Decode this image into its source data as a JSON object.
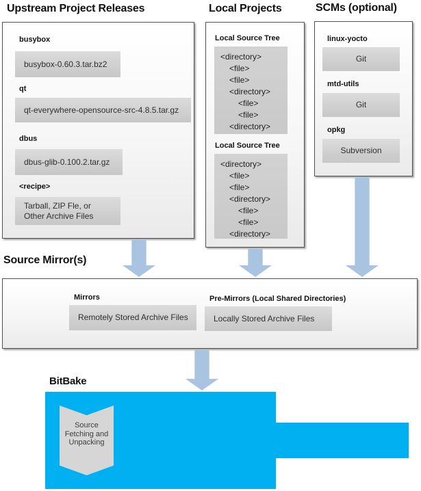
{
  "colors": {
    "accent_cyan": "#00b0f0",
    "arrow_fill": "#a9c4e1",
    "panel_border": "#4f4f4f",
    "chip_gray": "#d2d2d2"
  },
  "upstream": {
    "title": "Upstream Project Releases",
    "items": [
      {
        "label": "busybox",
        "value": "busybox-0.60.3.tar.bz2"
      },
      {
        "label": "qt",
        "value": "qt-everywhere-opensource-src-4.8.5.tar.gz"
      },
      {
        "label": "dbus",
        "value": "dbus-glib-0.100.2.tar.gz"
      },
      {
        "label": "<recipe>",
        "value": "Tarball, ZIP Fle, or\nOther Archive Files"
      }
    ]
  },
  "local_projects": {
    "title": "Local Projects",
    "trees": [
      {
        "label": "Local Source Tree",
        "lines": [
          {
            "text": "<directory>",
            "indent": 0
          },
          {
            "text": "<file>",
            "indent": 1
          },
          {
            "text": "<file>",
            "indent": 1
          },
          {
            "text": "<directory>",
            "indent": 1
          },
          {
            "text": "<file>",
            "indent": 2
          },
          {
            "text": "<file>",
            "indent": 2
          },
          {
            "text": "<directory>",
            "indent": 1
          }
        ]
      },
      {
        "label": "Local Source Tree",
        "lines": [
          {
            "text": "<directory>",
            "indent": 0
          },
          {
            "text": "<file>",
            "indent": 1
          },
          {
            "text": "<file>",
            "indent": 1
          },
          {
            "text": "<directory>",
            "indent": 1
          },
          {
            "text": "<file>",
            "indent": 2
          },
          {
            "text": "<file>",
            "indent": 2
          },
          {
            "text": "<directory>",
            "indent": 1
          }
        ]
      }
    ]
  },
  "scms": {
    "title": "SCMs (optional)",
    "items": [
      {
        "label": "linux-yocto",
        "value": "Git"
      },
      {
        "label": "mtd-utils",
        "value": "Git"
      },
      {
        "label": "opkg",
        "value": "Subversion"
      }
    ]
  },
  "source_mirrors": {
    "title": "Source Mirror(s)",
    "mirrors_label": "Mirrors",
    "mirrors_value": "Remotely Stored Archive Files",
    "premirrors_label": "Pre-Mirrors (Local Shared Directories)",
    "premirrors_value": "Locally Stored Archive Files"
  },
  "bitbake": {
    "title": "BitBake",
    "process": "Source\nFetching and\nUnpacking"
  }
}
